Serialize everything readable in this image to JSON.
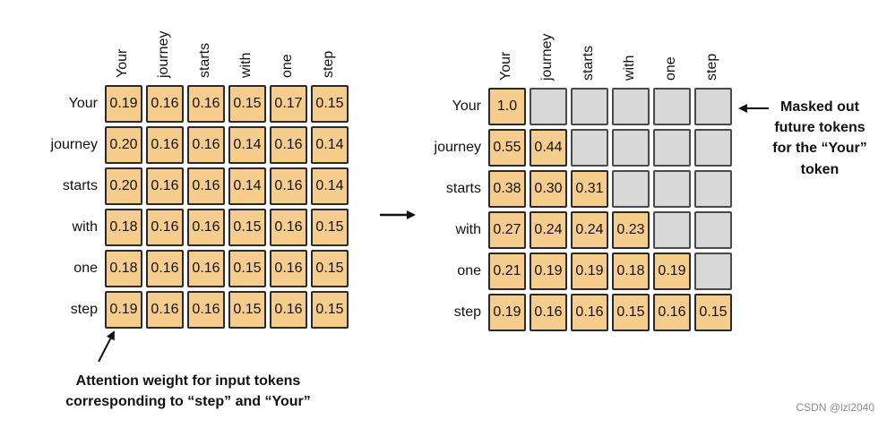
{
  "tokens": [
    "Your",
    "journey",
    "starts",
    "with",
    "one",
    "step"
  ],
  "left_matrix": [
    [
      "0.19",
      "0.16",
      "0.16",
      "0.15",
      "0.17",
      "0.15"
    ],
    [
      "0.20",
      "0.16",
      "0.16",
      "0.14",
      "0.16",
      "0.14"
    ],
    [
      "0.20",
      "0.16",
      "0.16",
      "0.14",
      "0.16",
      "0.14"
    ],
    [
      "0.18",
      "0.16",
      "0.16",
      "0.15",
      "0.16",
      "0.15"
    ],
    [
      "0.18",
      "0.16",
      "0.16",
      "0.15",
      "0.16",
      "0.15"
    ],
    [
      "0.19",
      "0.16",
      "0.16",
      "0.15",
      "0.16",
      "0.15"
    ]
  ],
  "right_matrix": [
    [
      "1.0",
      null,
      null,
      null,
      null,
      null
    ],
    [
      "0.55",
      "0.44",
      null,
      null,
      null,
      null
    ],
    [
      "0.38",
      "0.30",
      "0.31",
      null,
      null,
      null
    ],
    [
      "0.27",
      "0.24",
      "0.24",
      "0.23",
      null,
      null
    ],
    [
      "0.21",
      "0.19",
      "0.19",
      "0.18",
      "0.19",
      null
    ],
    [
      "0.19",
      "0.16",
      "0.16",
      "0.15",
      "0.16",
      "0.15"
    ]
  ],
  "annotations": {
    "masked_lines": [
      "Masked out",
      "future tokens",
      "for the “Your”",
      "token"
    ],
    "attention_lines": [
      "Attention weight for input tokens",
      "corresponding to “step” and “Your”"
    ]
  },
  "watermark": "CSDN @lzl2040",
  "colors": {
    "cell_fill": "#f6cd8d",
    "masked_fill": "#d8d8d8",
    "border": "#2a2a2a"
  }
}
